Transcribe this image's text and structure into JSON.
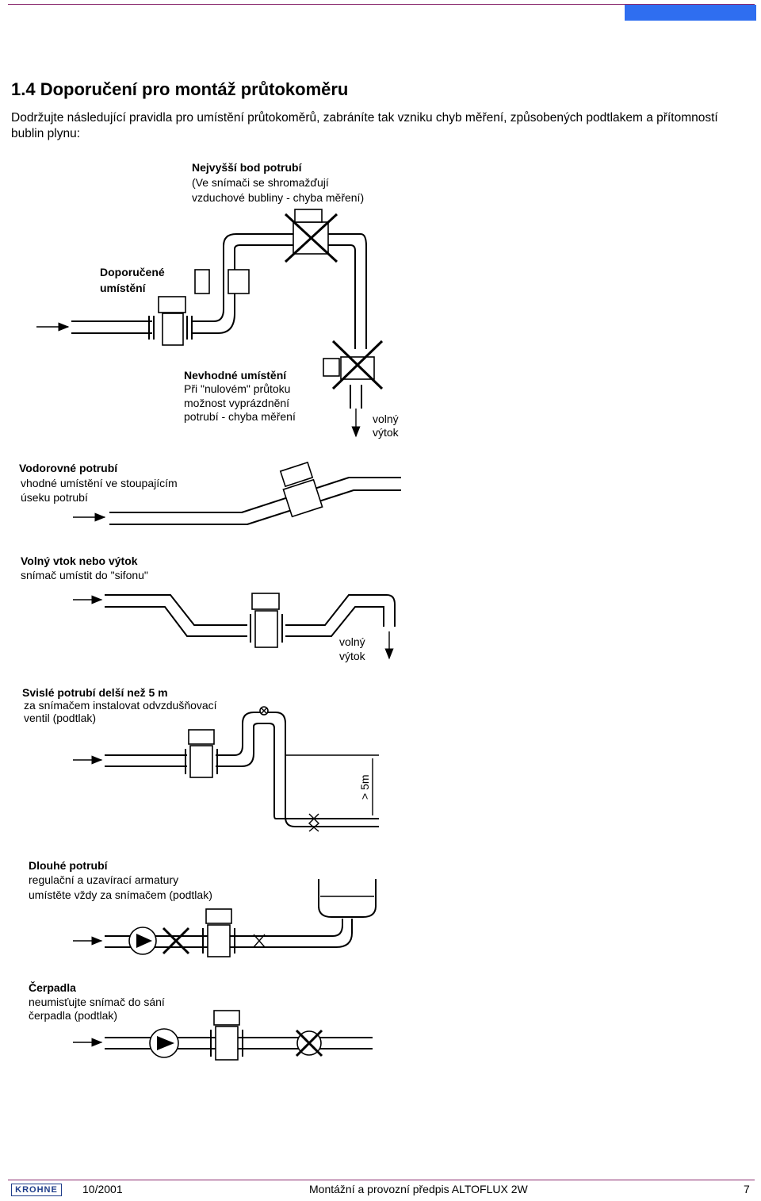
{
  "section": {
    "heading": "1.4 Doporučení pro montáž průtokoměru",
    "intro": "Dodržujte následující pravidla pro umístění průtokoměrů, zabráníte tak vzniku chyb měření, způsobených podtlakem a přítomností bublin plynu:"
  },
  "diagram": {
    "top": {
      "highest_title": "Nejvyšší bod potrubí",
      "highest_line1": "(Ve snímači se shromažďují",
      "highest_line2": "vzduchové bubliny - chyba měření)",
      "recommended_line1": "Doporučené",
      "recommended_line2": "umístění",
      "unsuitable_title": "Nevhodné umístění",
      "unsuitable_line1": "Při \"nulovém\" průtoku",
      "unsuitable_line2": "možnost vyprázdnění",
      "unsuitable_line3": "potrubí - chyba měření",
      "outlet_line1": "volný",
      "outlet_line2": "výtok"
    },
    "horizontal": {
      "title": "Vodorovné potrubí",
      "line1": "vhodné umístění ve stoupajícím",
      "line2": "úseku potrubí"
    },
    "free": {
      "title": "Volný vtok nebo výtok",
      "line1": "snímač umístit do \"sifonu\"",
      "outlet_line1": "volný",
      "outlet_line2": "výtok"
    },
    "vertical": {
      "title": "Svislé potrubí delší než 5 m",
      "line1": "za snímačem instalovat odvzdušňovací",
      "line2": "ventil (podtlak)",
      "dim_label": "> 5m"
    },
    "long": {
      "title": "Dlouhé potrubí",
      "line1": "regulační a uzavírací armatury",
      "line2": "umístěte vždy za snímačem (podtlak)"
    },
    "pumps": {
      "title": "Čerpadla",
      "line1": "neumisťujte snímač do sání",
      "line2": "čerpadla (podtlak)"
    }
  },
  "footer": {
    "logo": "KROHNE",
    "date": "10/2001",
    "doc_title": "Montážní a provozní předpis ALTOFLUX 2W",
    "page": "7"
  },
  "colors": {
    "accent_bar": "#2f6ef0",
    "rule": "#8a2a6e",
    "logo": "#1f3d8a"
  }
}
